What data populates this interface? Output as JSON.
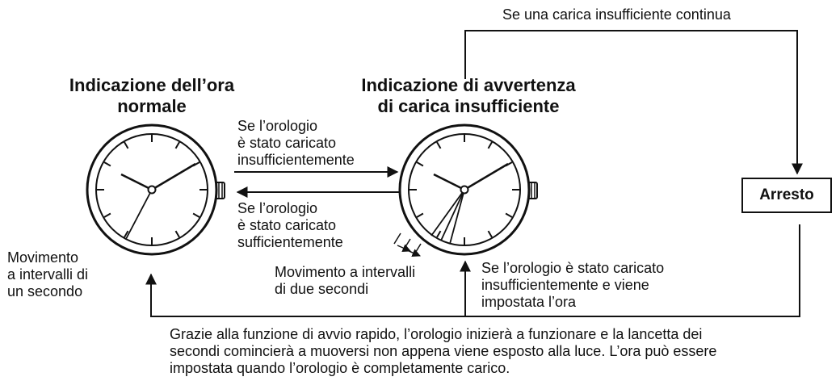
{
  "colors": {
    "ink": "#111111",
    "background": "#ffffff"
  },
  "headings": {
    "normal": [
      "Indicazione dell’ora",
      "normale"
    ],
    "warning": [
      "Indicazione di avvertenza",
      "di carica insufficiente"
    ]
  },
  "labels": {
    "top_continue": "Se una carica insufficiente continua",
    "insufficient": [
      "Se l’orologio",
      "è stato caricato",
      "insufficientemente"
    ],
    "sufficient": [
      "Se l’orologio",
      "è stato caricato",
      "sufficientemente"
    ],
    "one_second": [
      "Movimento",
      "a intervalli di",
      "un secondo"
    ],
    "two_seconds": [
      "Movimento a intervalli",
      "di due secondi"
    ],
    "set_time": [
      "Se l’orologio è stato caricato",
      "insufficientemente e viene",
      "impostata l’ora"
    ],
    "footer": [
      "Grazie alla funzione di avvio rapido, l’orologio inizierà a funzionare e la lancetta dei",
      "secondi comincierà a muoversi non appena viene esposto alla luce. L’ora può essere",
      "impostata quando l’orologio è completamente carico."
    ]
  },
  "stop_box": {
    "label": "Arresto"
  },
  "icons": [
    "watch-face-icon",
    "crown-icon",
    "hour-hand-icon",
    "minute-hand-icon",
    "second-hand-icon"
  ]
}
